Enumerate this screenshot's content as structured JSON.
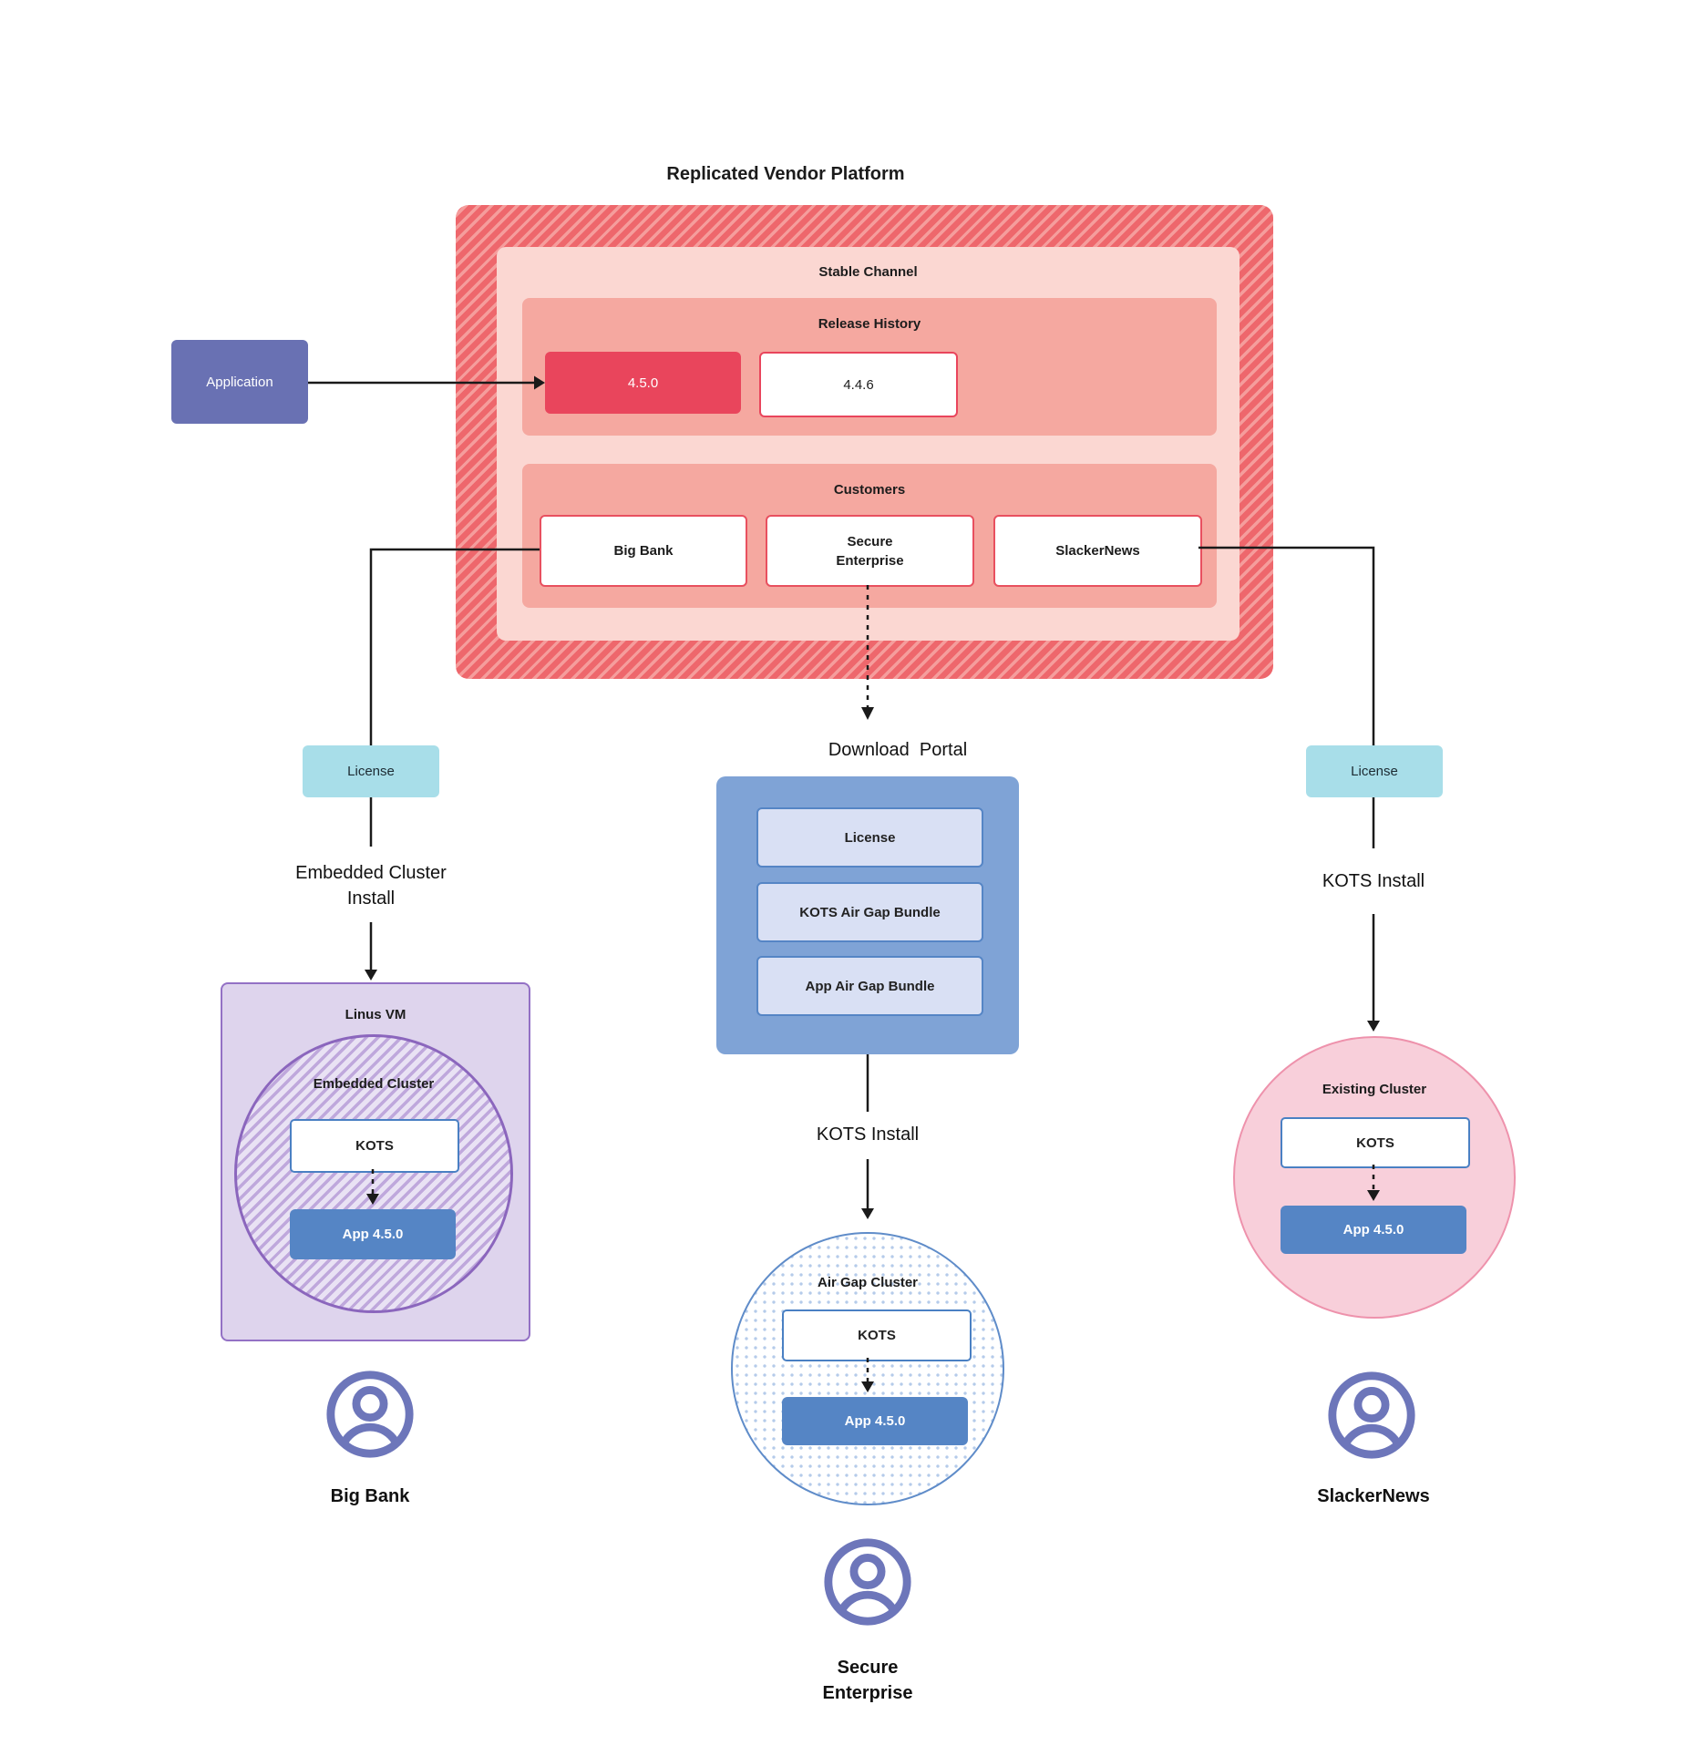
{
  "title": "Replicated Vendor Platform",
  "colors": {
    "platform_red": "#ee676c",
    "channel_pink": "#fbd7d2",
    "section_salmon": "#f5a8a0",
    "release_red": "#e9455c",
    "application_purple": "#6971b3",
    "license_cyan": "#a8dee9",
    "vm_purple": "#ded4ed",
    "cluster_purple": "#8b66bd",
    "app_blue": "#5585c5",
    "portal_blue": "#7fa3d6",
    "portal_item_blue": "#d9e0f4",
    "existing_pink": "#f8cfda",
    "persona_purple": "#6d76ba"
  },
  "icons": {
    "persona": "user-circle-icon"
  },
  "platform": {
    "channel_label": "Stable Channel",
    "release_history": {
      "label": "Release History",
      "releases": [
        "4.5.0",
        "4.4.6"
      ]
    },
    "customers": {
      "label": "Customers",
      "items": [
        "Big Bank",
        "Secure Enterprise",
        "SlackerNews"
      ]
    }
  },
  "application": {
    "label": "Application"
  },
  "branches": {
    "big_bank": {
      "license": "License",
      "install": "Embedded Cluster Install",
      "vm": "Linus VM",
      "cluster": "Embedded Cluster",
      "kots": "KOTS",
      "app": "App 4.5.0",
      "persona": "Big Bank"
    },
    "secure_enterprise": {
      "portal_title": "Download  Portal",
      "portal_items": [
        "License",
        "KOTS Air Gap Bundle",
        "App Air Gap Bundle"
      ],
      "install": "KOTS Install",
      "cluster": "Air Gap Cluster",
      "kots": "KOTS",
      "app": "App 4.5.0",
      "persona": "Secure Enterprise"
    },
    "slackernews": {
      "license": "License",
      "install": "KOTS Install",
      "cluster": "Existing Cluster",
      "kots": "KOTS",
      "app": "App 4.5.0",
      "persona": "SlackerNews"
    }
  }
}
